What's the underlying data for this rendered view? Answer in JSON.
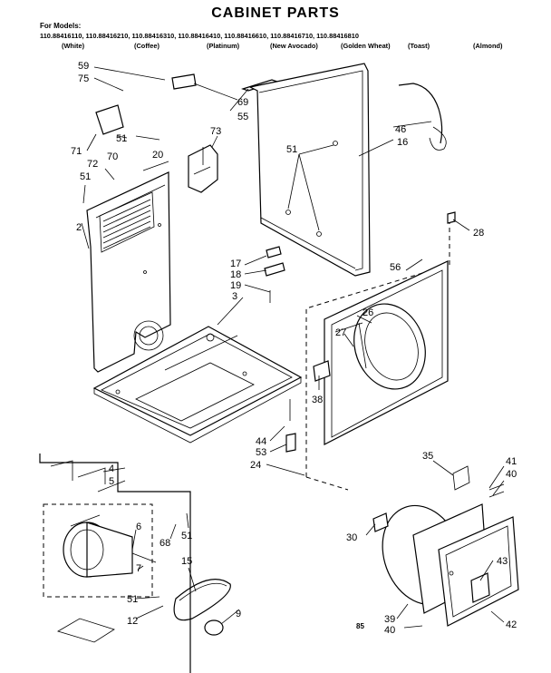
{
  "title": "CABINET PARTS",
  "models_heading": "For Models:",
  "models": [
    "110.88416110,",
    "110.88416210,",
    "110.88416310,",
    "110.88416410,",
    "110.88416610,",
    "110.88416710,",
    "110.88416810"
  ],
  "colors": [
    "(White)",
    "(Coffee)",
    "(Platinum)",
    "(New Avocado)",
    "(Golden Wheat)",
    "(Toast)",
    "(Almond)"
  ],
  "footer_code": "85",
  "callouts": [
    "59",
    "75",
    "69",
    "55",
    "73",
    "71",
    "70",
    "51",
    "72",
    "20",
    "51",
    "2",
    "46",
    "16",
    "51",
    "28",
    "17",
    "18",
    "19",
    "3",
    "56",
    "26",
    "27",
    "38",
    "44",
    "53",
    "24",
    "4",
    "5",
    "6",
    "7",
    "51",
    "12",
    "68",
    "51",
    "15",
    "9",
    "35",
    "41",
    "40",
    "30",
    "43",
    "39",
    "40",
    "42"
  ]
}
